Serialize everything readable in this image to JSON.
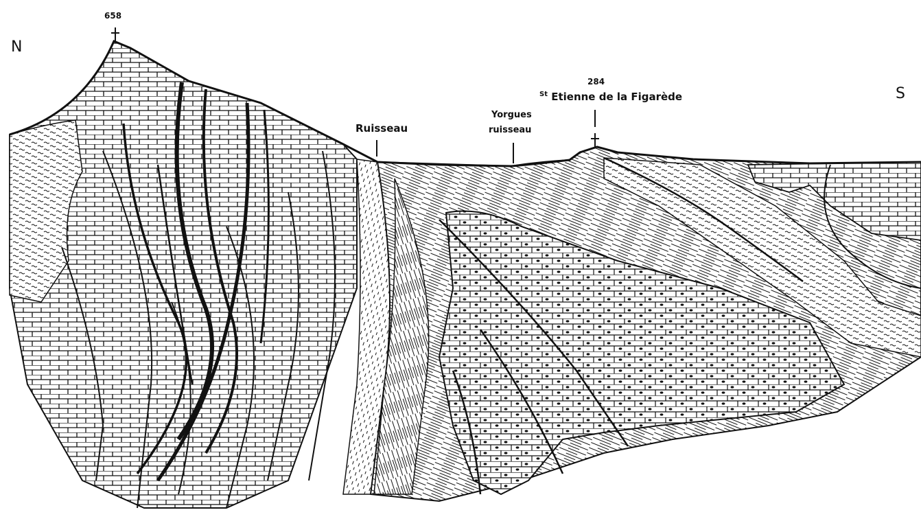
{
  "orientation": {
    "north": "N",
    "south": "S"
  },
  "summits": [
    {
      "altitude": "658"
    },
    {
      "altitude": "284",
      "name_prefix": "St",
      "name": "Etienne de la Figarède"
    }
  ],
  "streams": [
    {
      "name": "Ruisseau"
    },
    {
      "name_line1": "Yorgues",
      "name_line2": "ruisseau"
    }
  ],
  "colors": {
    "ink": "#111111",
    "paper": "#ffffff"
  }
}
